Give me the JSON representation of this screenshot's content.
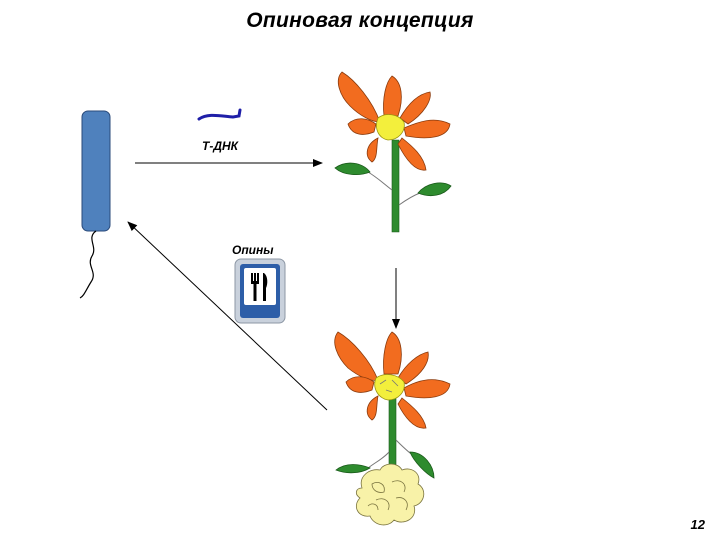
{
  "slide": {
    "title": "Опиновая концепция",
    "page_number": "12"
  },
  "labels": {
    "t_dna": "Т-ДНК",
    "opines": "Опины"
  },
  "colors": {
    "bacterium": "#4f81bd",
    "petal": "#f26c1f",
    "flower_center": "#f3ef3c",
    "stem": "#2e8b2e",
    "leaf": "#2e8b2e",
    "tumor": "#f8f2a8",
    "dna_strand": "#1f1fa8",
    "sign_bg": "#2d5ea8"
  },
  "icons": {
    "opine_sign": "fork-knife-icon"
  }
}
